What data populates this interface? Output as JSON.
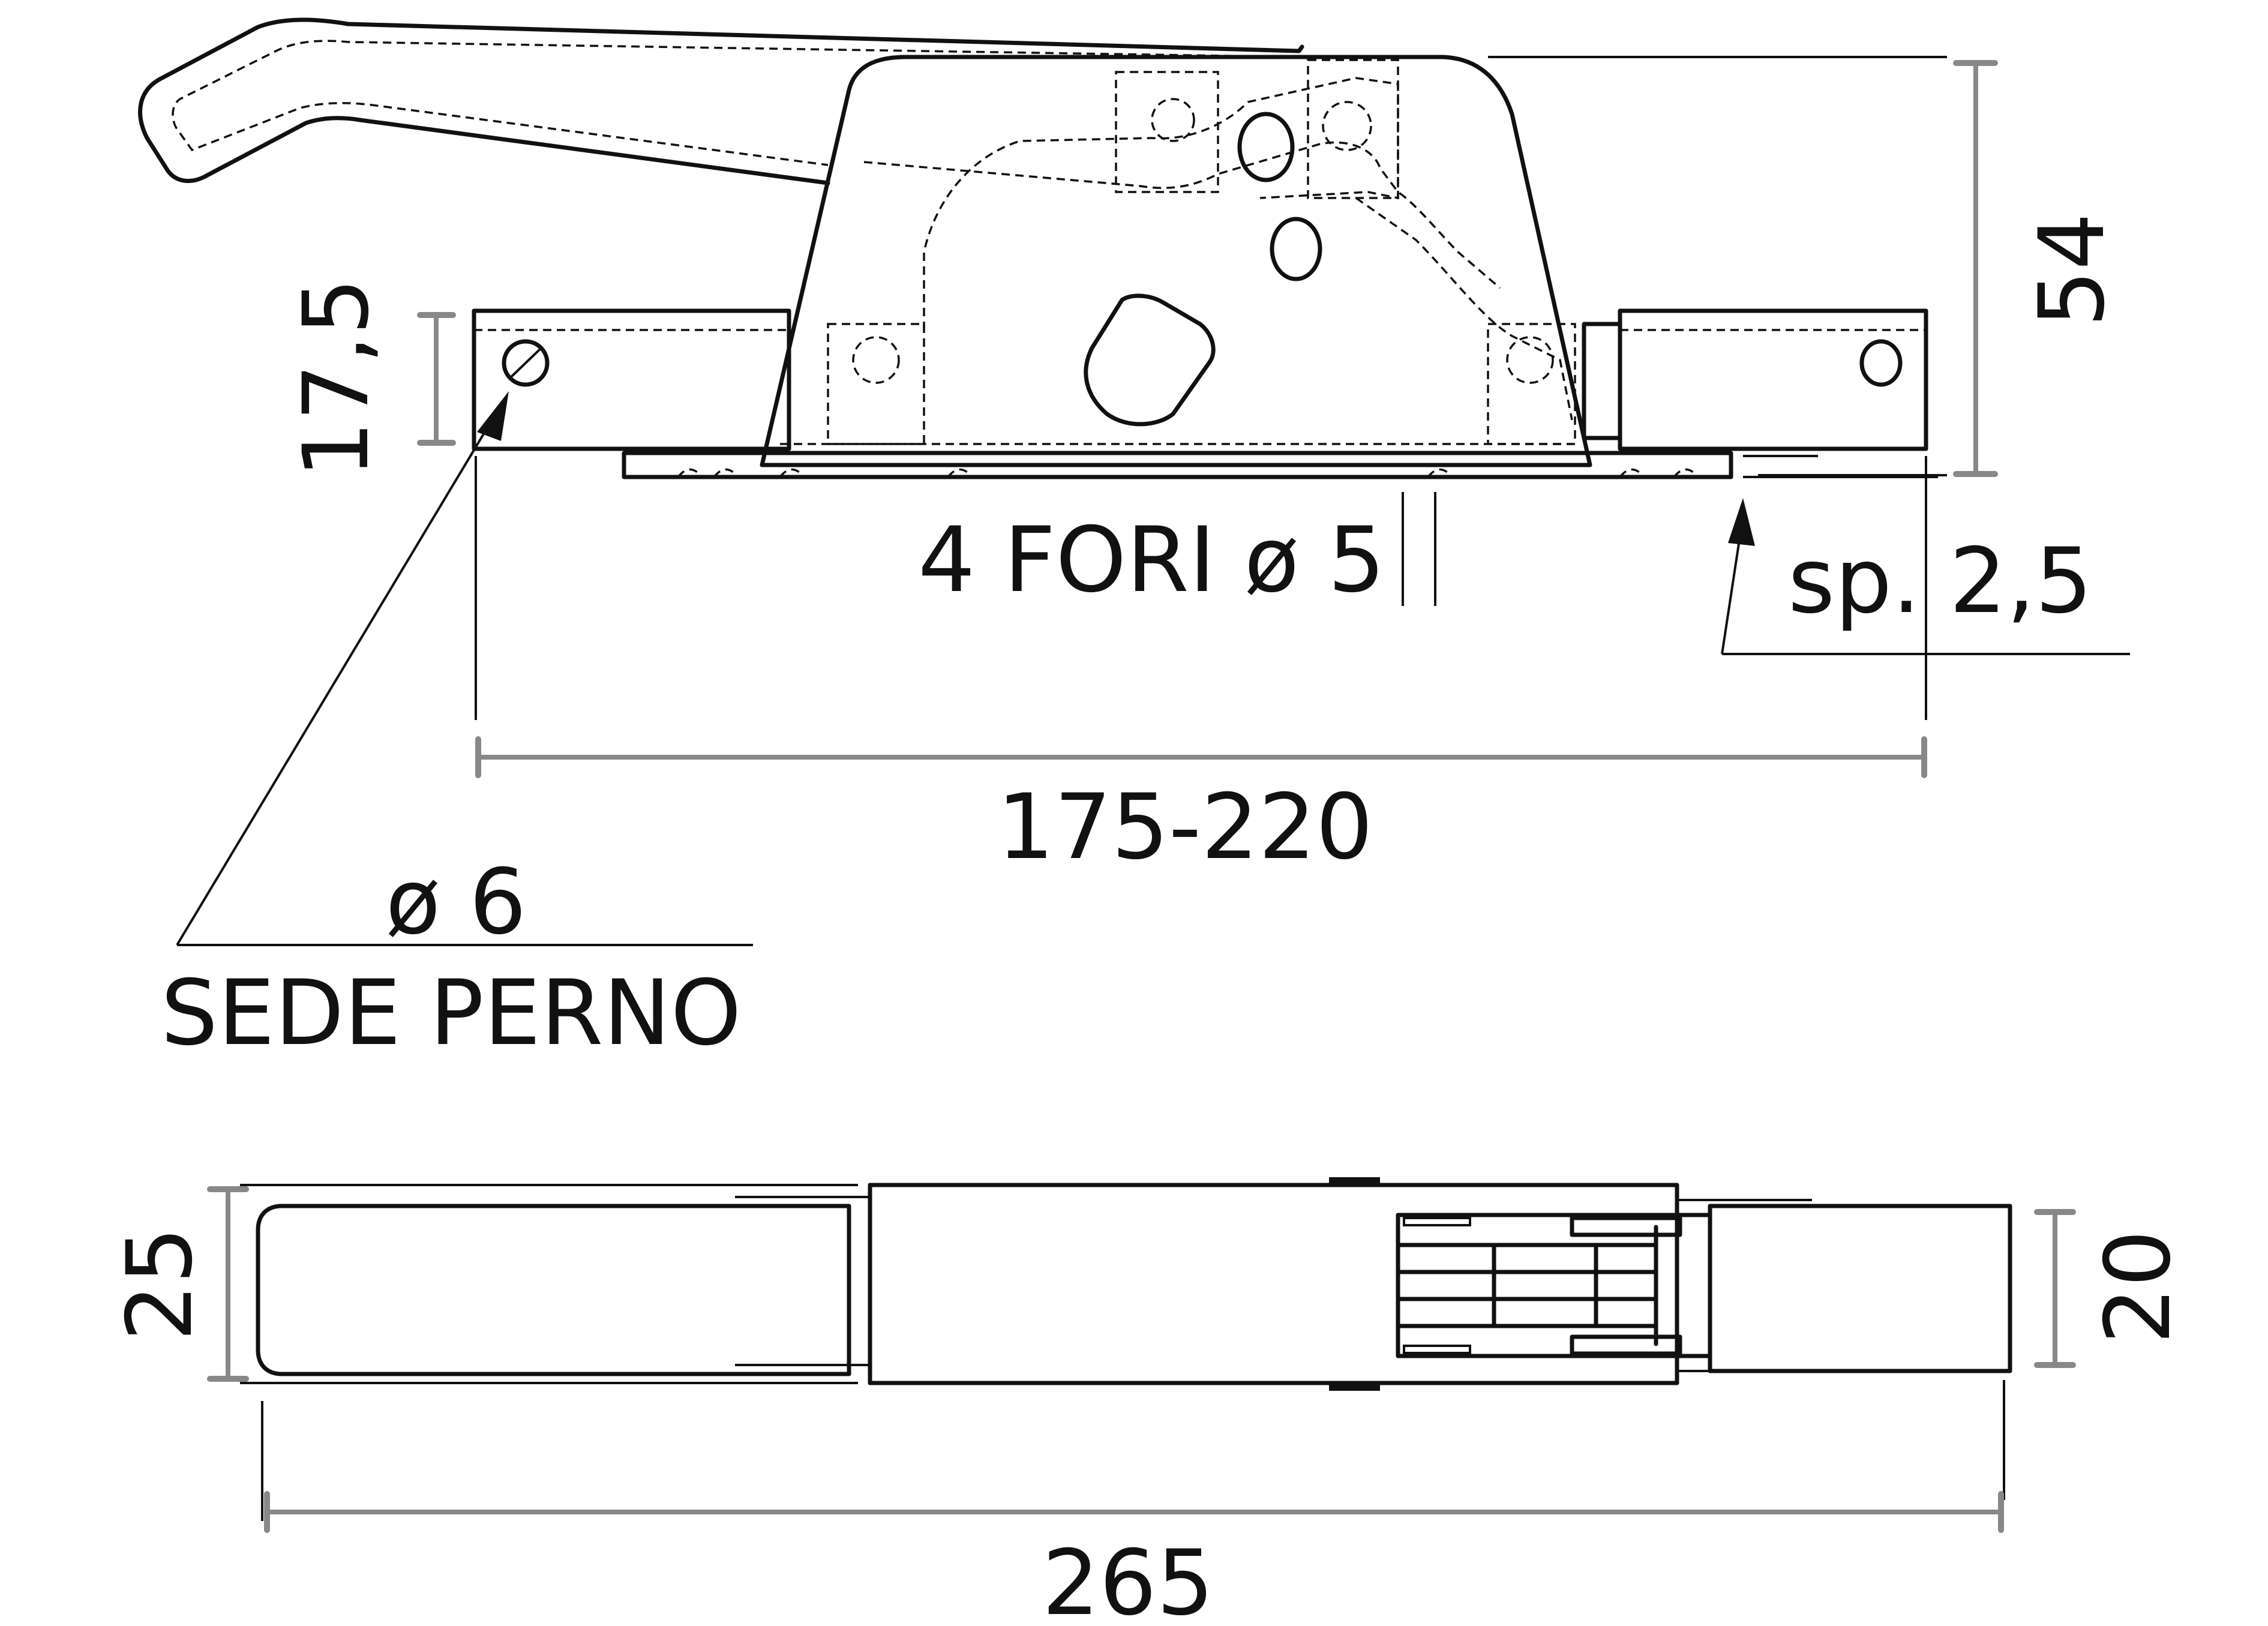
{
  "colors": {
    "outline": "#111111",
    "dimension": "#888888",
    "background": "#ffffff"
  },
  "side_view": {
    "height_label": "54",
    "tab_height_label": "17,5",
    "holes_label": "4 FORI ø 5",
    "thickness_label": "sp. 2,5",
    "hole_spacing_label": "175-220",
    "pin_hole_diameter_label": "ø 6",
    "pin_hole_name_label": "SEDE PERNO"
  },
  "top_view": {
    "width_label": "25",
    "end_width_label": "20",
    "length_label": "265"
  }
}
